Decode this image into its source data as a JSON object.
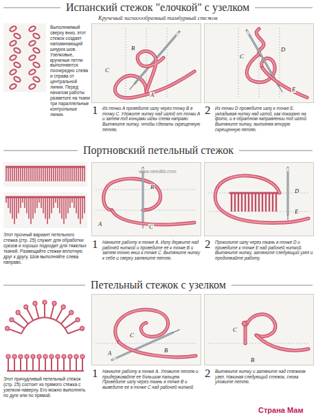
{
  "diagram": {
    "nodes": [
      {
        "text": [
          "A",
          "B",
          "C"
        ]
      },
      {
        "text": [
          "D",
          "C",
          "E"
        ]
      },
      {
        "text": [
          "A",
          "B",
          "C"
        ]
      },
      {
        "text": [
          "D",
          "E"
        ]
      },
      {
        "text": [
          "A",
          "B",
          "C"
        ]
      },
      {
        "text": [
          "B",
          "C"
        ]
      }
    ],
    "labels": [
      "Испанский стежок \"елочкой\" с узелком",
      "Крученый зигзагообразный тамбурный стежок",
      "Выполняемый сверху вниз, этот стежок создает напоминающий шнурок шов. Узелковые, крученые петли выполняются поочередно слева и справа от центральной линии. Перед началом работы разметьте на ткани три параллельные контрольные линии.",
      "1",
      "Из точки A проведите иглу через точку B в точку C. Уложите нитку над иглой от точки A и затем под концами иглы слева направо. Вытяните нитку, чтобы сделать скрещенную петлю.",
      "2",
      "Из точки D проведите иглу к точке E, укладывая нитку над иглой, как показано на фото, и в обратном направлении под иглой. Вытяните нитку, выполняя вторую скрещенную петлю.",
      "Портновский петельный стежок",
      "Этот прочный вариант петельного стежка (стр. 25) служит для обработки срезов и хорошо подходит для тяжелых тканей. Размещайте стежки вплотную друг к другу. Шов выполняйте слева направо.",
      "1",
      "Начните работу в точке A. Иглу держите над рабочей ниткой и проведите ее к точке B и затем точно вниз к точке C. Вытяните нитку к себе и сверху затяните петлю.",
      "2",
      "Проколите иглу через ткань в точке D и проведите к точке E над рабочей ниткой. Вытяните нитку, затяните следующий узел и продолжайте работу.",
      "www.needlib.com",
      "Петельный стежок с узелком",
      "Этот причудливый петельный стежок (стр. 25) состоит из прямого стежка с узелком наверху. Его можно выполнять по дуге или по прямой.",
      "1",
      "Начните работу в точке A. Уложите петлю и придерживайте ее большим пальцем. Проведите иглу через ткань в точке B и выведите ее в точке C над рабочей ниткой.",
      "2",
      "Вытяните нитку и затяните над стежком узел. Начиная следующий стежок, снова уложите петлю.",
      "Страна Мам"
    ]
  }
}
